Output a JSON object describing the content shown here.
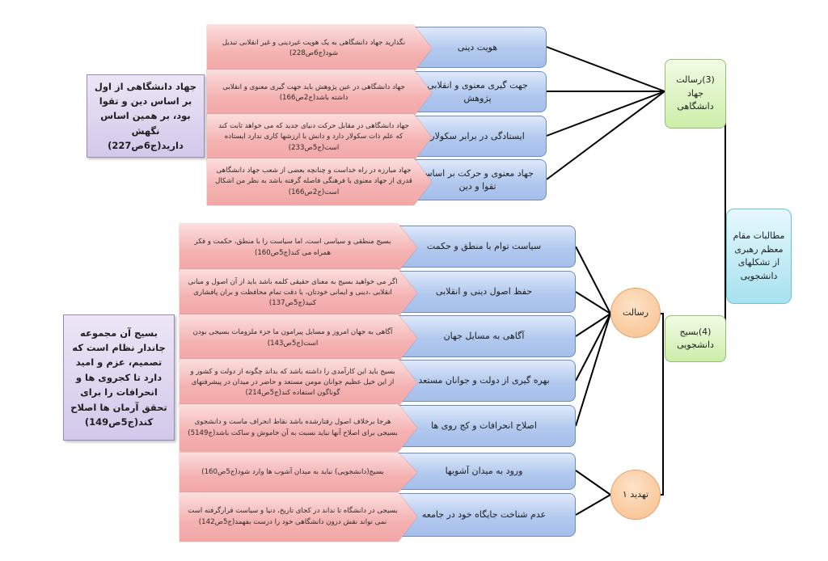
{
  "root": {
    "text": "مطالبات مقام معظم رهبری از تشکلهای دانشجویی"
  },
  "branch_jahad": {
    "label": "(3)رسالت جهاد دانشگاهی",
    "summary": "جهاد دانشگاهی از اول بر اساس دین و تقوا بود، بر همین اساس نگهش دارید(ج6ص227)",
    "items": [
      {
        "title": "هویت دینی",
        "quote": "نگذارید جهاد دانشگاهی به یک هویت غیردینی و غیر انقلابی تبدیل شود(ج6ص228)"
      },
      {
        "title": "جهت گیری معنوی و انقلابی پژوهش",
        "quote": "جهاد دانشگاهی در عین پژوهش باید جهت گیری معنوی و انقلابی داشته باشد(ج2ص166)"
      },
      {
        "title": "ایستادگی در برابر سکولار",
        "quote": "جهاد دانشگاهی در مقابل حرکت دنیای جدید که می خواهد ثابت کند که علم ذات سکولار دارد و دانش با ارزشها کاری ندارد ایستاده است(ج5ص233)"
      },
      {
        "title": "جهاد معنوی و حرکت بر اساس تقوا و دین",
        "quote": "جهاد مبارزه در راه خداست و چنانچه بعضی از شعب جهاد دانشگاهی قدری از جهاد معنوی یا فرهنگی فاصله گرفته باشد به نظر من اشکال است(ج2ص166)"
      }
    ]
  },
  "branch_basij": {
    "label": "(4)بسیج دانشجویی",
    "summary": "بسیج آن مجموعه جاندار نظام است که تصمیم، عزم و امید دارد تا کجروی ها و انحرافات را برای تحقق آرمان ها اصلاح کند(ج5ص149)",
    "risalat": {
      "label": "رسالت",
      "items": [
        {
          "title": "سیاست توام با منطق و حکمت",
          "quote": "بسیج منطقی و سیاسی است، اما سیاست را با منطق، حکمت و فکر همراه می کند(ج5ص160)"
        },
        {
          "title": "حفظ اصول دینی و انقلابی",
          "quote": "اگر می خواهید بسیج به معنای حقیقی کلمه باشد باید از آن اصول و مبانی انقلابی ،دینی و ایمانی خودتان، با دقت تمام محافظت و بران پافشاری کنید(ج5ص137)"
        },
        {
          "title": "آگاهی به مسایل جهان",
          "quote": "آگاهی به جهان امروز و مسایل پیرامون ما جزء ملزومات بسیجی بودن است(ج5ص143)"
        },
        {
          "title": "بهره گیری از دولت و جوانان مستعد",
          "quote": "بسیج باید این کارآمدی را داشته باشد که بداند چگونه از دولت و کشور و از این خیل عظیم جوانان مومن مستعد و حاضر در میدان در پیشرفتهای گوناگون استفاده کند(ج5ص214)"
        },
        {
          "title": "اصلاح انحرافات و کج روی ها",
          "quote": "هرجا برخلاف اصول رفتارشده باشد نقاط انحراف ماست و دانشجوی بسیجی برای اصلاح آنها نباید نسبت به آن خاموش و ساکت باشد(ج5149)"
        }
      ]
    },
    "threat": {
      "label": "تهدید ۱",
      "items": [
        {
          "title": "ورود به میدان آشوبها",
          "quote": "بسیج(دانشجویی) نباید به میدان آشوب ها وارد شود(ج5ص160)"
        },
        {
          "title": "عدم شناخت جایگاه خود در جامعه",
          "quote": "بسیجی در دانشگاه تا نداند در کجای تاریخ، دنیا و سیاست قرارگرفته است نمی تواند نقش درون دانشگاهی خود را درست بفهمد(ج5ص142)"
        }
      ]
    }
  }
}
